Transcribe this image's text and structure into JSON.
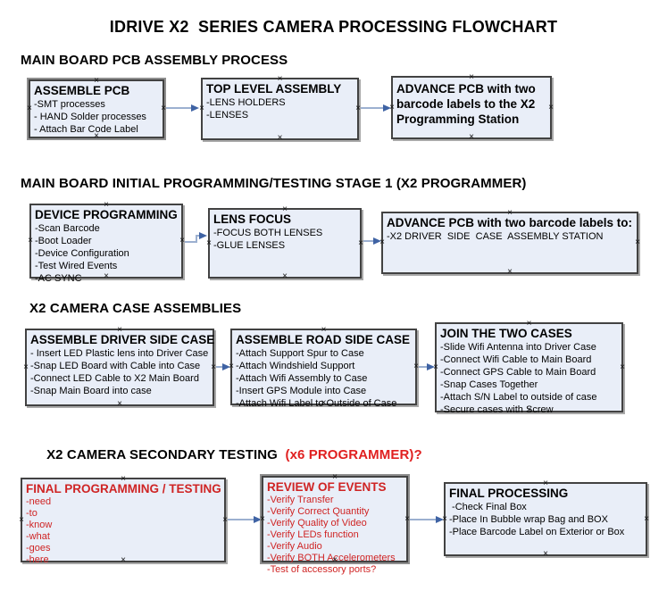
{
  "title": "IDRIVE X2  SERIES CAMERA PROCESSING FLOWCHART",
  "icons": {
    "connection_point": "×"
  },
  "colors": {
    "box_fill": "#e9eef8",
    "box_border": "#424242",
    "connector_line": "#9cb0d0",
    "connector_arrow": "#3f63a4",
    "red_text": "#cf2424",
    "red_heading": "#e02020"
  },
  "sections": [
    {
      "heading": "MAIN BOARD PCB ASSEMBLY PROCESS",
      "boxes": [
        {
          "title": "ASSEMBLE PCB",
          "items": [
            "-SMT processes",
            "- HAND Solder processes",
            "- Attach Bar Code Label"
          ]
        },
        {
          "title": "TOP LEVEL ASSEMBLY",
          "items": [
            "-LENS HOLDERS",
            "-LENSES"
          ]
        },
        {
          "title": "ADVANCE PCB with two barcode labels to the X2 Programming Station",
          "items": []
        }
      ]
    },
    {
      "heading": "MAIN BOARD INITIAL PROGRAMMING/TESTING STAGE 1 (X2 PROGRAMMER)",
      "boxes": [
        {
          "title": "DEVICE PROGRAMMING",
          "items": [
            "-Scan Barcode",
            "-Boot Loader",
            "-Device Configuration",
            "-Test Wired Events",
            "-AC SYNC"
          ]
        },
        {
          "title": "LENS FOCUS",
          "items": [
            "-FOCUS BOTH LENSES",
            "-GLUE LENSES"
          ]
        },
        {
          "title": "ADVANCE PCB with two barcode labels to:",
          "items": [
            "-X2 DRIVER  SIDE  CASE  ASSEMBLY STATION"
          ]
        }
      ]
    },
    {
      "heading": "X2 CAMERA CASE ASSEMBLIES",
      "boxes": [
        {
          "title": "ASSEMBLE DRIVER SIDE CASE",
          "items": [
            "- Insert LED Plastic lens into Driver Case",
            "-Snap LED Board with Cable into Case",
            "-Connect LED Cable to X2 Main Board",
            "-Snap Main Board into case"
          ]
        },
        {
          "title": "ASSEMBLE ROAD SIDE CASE",
          "items": [
            "-Attach Support Spur to Case",
            "-Attach Windshield Support",
            "-Attach Wifi Assembly to Case",
            "-Insert GPS Module into Case",
            "-Attach Wifi Label to Outside of Case"
          ]
        },
        {
          "title": "JOIN THE TWO CASES",
          "items": [
            "-Slide Wifi Antenna into Driver Case",
            "-Connect Wifi Cable to Main Board",
            "-Connect GPS Cable to Main Board",
            "-Snap Cases Together",
            "-Attach S/N Label to outside of case",
            "-Secure cases with Screw"
          ]
        }
      ]
    },
    {
      "heading": "X2 CAMERA SECONDARY TESTING ",
      "heading_red": " (x6 PROGRAMMER)?",
      "boxes": [
        {
          "title": "FINAL PROGRAMMING / TESTING",
          "items": [
            "-need",
            "-to",
            "-know",
            "-what",
            "-goes",
            "-here"
          ]
        },
        {
          "title": "REVIEW OF EVENTS",
          "items": [
            "-Verify Transfer",
            "-Verify Correct Quantity",
            "-Verify Quality of Video",
            "-Verify LEDs function",
            "-Verify Audio",
            "-Verify BOTH Accelerometers",
            "-Test of accessory ports?"
          ]
        },
        {
          "title": "FINAL PROCESSING",
          "items": [
            " -Check Final Box",
            "-Place In Bubble wrap Bag and BOX",
            "-Place Barcode Label on Exterior or Box"
          ]
        }
      ]
    }
  ]
}
